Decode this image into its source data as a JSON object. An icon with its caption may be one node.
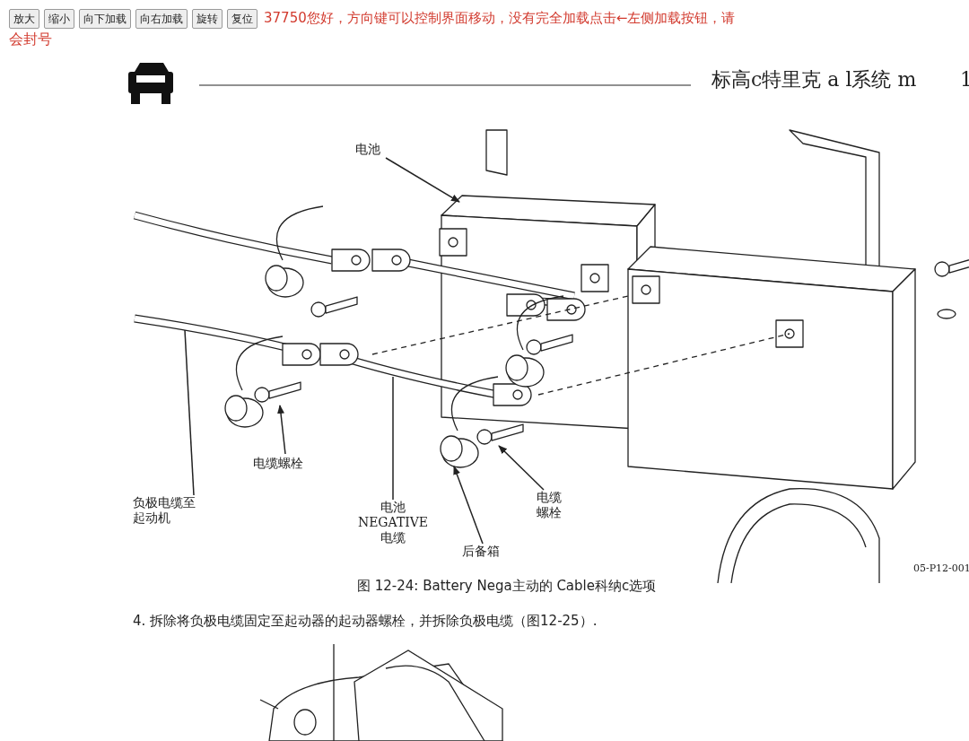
{
  "diagram": {
    "caption": "图 12-24: Battery Nega主动的 Cable科纳c选项",
    "nodes": [
      {
        "text": [
          "电池"
        ]
      },
      {
        "text": [
          "电缆螺栓"
        ]
      },
      {
        "text": [
          "负极电缆至起动机"
        ]
      },
      {
        "text": [
          "电池 NEGATIVE 电缆"
        ]
      },
      {
        "text": [
          "后备箱"
        ]
      },
      {
        "text": [
          "电缆螺栓"
        ]
      }
    ],
    "edges": [
      {
        "from": 0,
        "to": null,
        "arrow": "to"
      },
      {
        "from": 1,
        "to": null,
        "arrow": "to"
      },
      {
        "from": 2,
        "to": null,
        "arrow": "none"
      },
      {
        "from": 3,
        "to": null,
        "arrow": "none"
      },
      {
        "from": 4,
        "to": null,
        "arrow": "to"
      },
      {
        "from": 5,
        "to": null,
        "arrow": "to"
      }
    ],
    "labels": [
      "放大",
      "缩小",
      "向下加载",
      "向右加载",
      "旋转",
      "复位",
      "37750您好，方向键可以控制界面移动，没有完全加载点击←左侧加载按钮，请",
      "会封号",
      "标高c特里克 a l系统 m",
      "1",
      "05-P12-001",
      "4.  拆除将负极电缆固定至起动器的起动器螺栓，并拆除负极电缆（图12-25）."
    ]
  }
}
